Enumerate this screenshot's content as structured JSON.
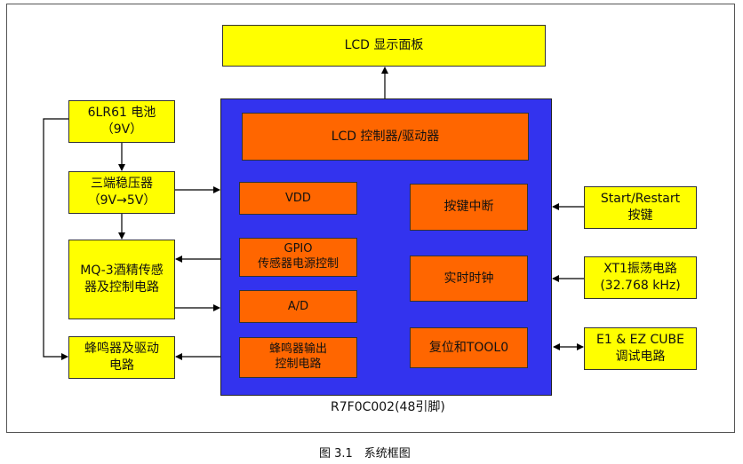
{
  "colors": {
    "module": "#ffff00",
    "mcu": "#3333ee",
    "block": "#ff6600",
    "line": "#000000"
  },
  "lcd_panel": "LCD 显示面板",
  "battery": {
    "line1": "6LR61 电池",
    "line2": "（9V）"
  },
  "regulator": {
    "line1": "三端稳压器",
    "line2": "（9V→5V）"
  },
  "sensor": {
    "line1": "MQ-3酒精传感",
    "line2": "器及控制电路"
  },
  "buzzer": {
    "line1": "蜂鸣器及驱动",
    "line2": "电路"
  },
  "start_key": {
    "line1": "Start/Restart",
    "line2": "按键"
  },
  "crystal": {
    "line1": "XT1振荡电路",
    "line2": "(32.768 kHz)"
  },
  "debugger": {
    "line1": "E1 & EZ CUBE",
    "line2": "调试电路"
  },
  "mcu": {
    "name": "R7F0C002(48引脚)",
    "lcd_ctrl": "LCD 控制器/驱动器",
    "vdd": "VDD",
    "gpio": {
      "line1": "GPIO",
      "line2": "传感器电源控制"
    },
    "ad": "A/D",
    "buzzer_out": {
      "line1": "蜂鸣器输出",
      "line2": "控制电路"
    },
    "key_int": "按键中断",
    "rtc": "实时时钟",
    "reset_tool": "复位和TOOL0"
  },
  "figure_caption": "图 3.1　系统框图"
}
